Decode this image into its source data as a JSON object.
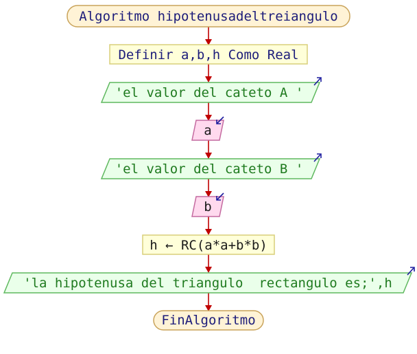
{
  "diagram": {
    "start_label": "Algoritmo hipotenusadeltreiangulo",
    "define_label": "Definir a,b,h Como Real",
    "output_a_label": "'el valor del cateto A '",
    "input_a_label": "a",
    "output_b_label": "'el valor del cateto B '",
    "input_b_label": "b",
    "assign_label": "h ← RC(a*a+b*b)",
    "output_result_label": "'la hipotenusa del triangulo  rectangulo es;',h",
    "end_label": "FinAlgoritmo"
  },
  "colors": {
    "terminal_fill": "#fff3d6",
    "terminal_stroke": "#c9a35a",
    "process_fill": "#ffffd9",
    "process_stroke": "#d8cf7a",
    "output_fill": "#eaffea",
    "output_stroke": "#5fb85f",
    "input_fill": "#ffd9ee",
    "input_stroke": "#c46aa0",
    "arrow": "#c00000",
    "io_icon": "#1c1c9e"
  },
  "icons": {
    "output_icon": "arrow-up-right-icon",
    "input_icon": "arrow-down-left-icon"
  }
}
